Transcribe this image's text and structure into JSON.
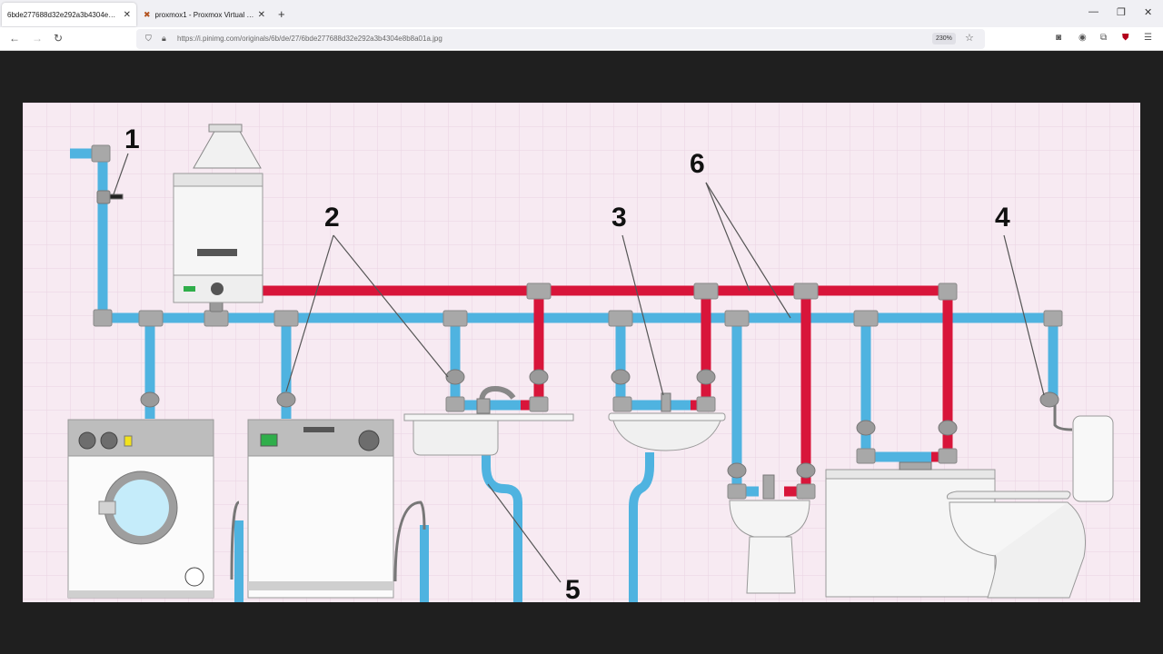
{
  "tabs": [
    {
      "title": "6bde277688d32e292a3b4304e8b8a01a.jpg",
      "active": true
    },
    {
      "title": "proxmox1 - Proxmox Virtual Environment",
      "active": false
    }
  ],
  "address_bar": {
    "url": "https://i.pinimg.com/originals/6b/de/27/6bde277688d32e292a3b4304e8b8a01a.jpg",
    "zoom": "230%"
  },
  "diagram": {
    "callouts": [
      "1",
      "2",
      "3",
      "4",
      "5",
      "6"
    ]
  },
  "colors": {
    "cold_pipe": "#4fb3e0",
    "hot_pipe": "#d8153a",
    "fitting": "#a8a8a8",
    "background": "#f7eaf2"
  }
}
